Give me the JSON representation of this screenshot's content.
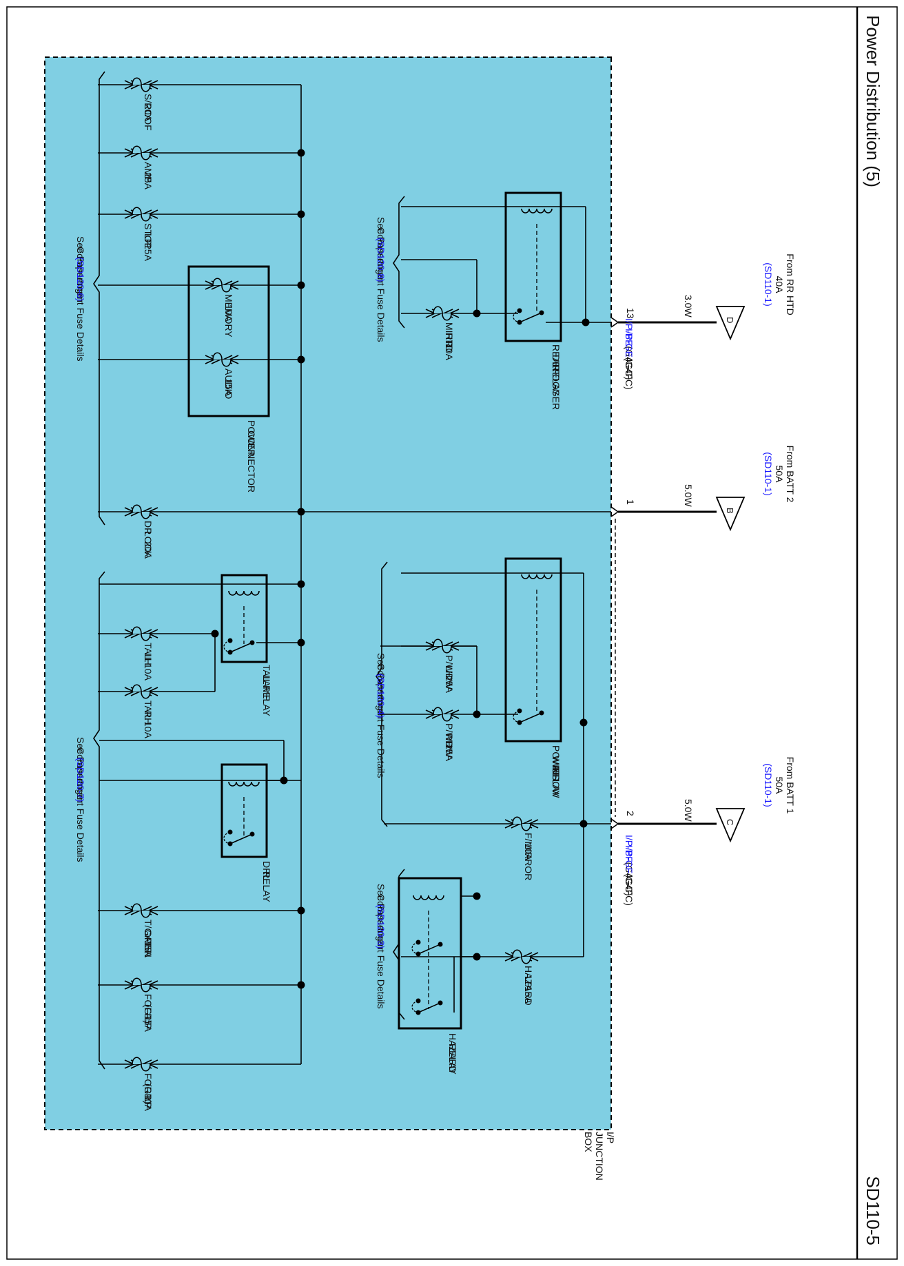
{
  "header": {
    "title": "Power Distribution (5)",
    "page_code": "SD110-5"
  },
  "sources": [
    {
      "id": "D",
      "from": "From RR HTD",
      "rating": "40A",
      "ref": "(SD110-1)",
      "wire": "3.0W"
    },
    {
      "id": "B",
      "from": "From BATT 2",
      "rating": "50A",
      "ref": "(SD110-1)",
      "wire": "5.0W"
    },
    {
      "id": "C",
      "from": "From BATT 1",
      "rating": "50A",
      "ref": "(SD110-1)",
      "wire": "5.0W"
    }
  ],
  "connectors": {
    "pin13": "13",
    "pin1": "1",
    "pin2": "2",
    "ip_be": "I/P-BE",
    "ip_be_var": "(G4GC)",
    "ip_ge": "I/P-GE",
    "ip_ge_var": "(G4FC)",
    "ip_bf": "I/P-BF",
    "ip_bf_var": "(G4GC)",
    "ip_gf": "I/P-GF",
    "ip_gf_var": "(G4FC)"
  },
  "junction_box": [
    "I/P",
    "JUNCTION",
    "BOX"
  ],
  "fuses": {
    "sroof": [
      "S/ROOF",
      "20A"
    ],
    "amp": [
      "AMP",
      "25A"
    ],
    "stop": [
      "STOP",
      "LP",
      "15A"
    ],
    "memory": [
      "MEMORY",
      "10A"
    ],
    "audio": [
      "AUDIO",
      "15A"
    ],
    "drlock": [
      "DR",
      "LOCK",
      "20A"
    ],
    "taillh": [
      "TAIL",
      "LH",
      "10A"
    ],
    "tailrh": [
      "TAIL",
      "RH",
      "10A"
    ],
    "tgate": [
      "T/GATE",
      "OPEN",
      "15A"
    ],
    "fogfr": [
      "FOG LP",
      "(FR)",
      "15A"
    ],
    "fogrr": [
      "FOG LP",
      "(RR)",
      "10A"
    ],
    "mirr": [
      "MIRR",
      "HTD",
      "10A"
    ],
    "pwdwlh": [
      "P/WDW",
      "LH",
      "25A"
    ],
    "pwdwrh": [
      "P/WDW",
      "RH",
      "25A"
    ],
    "fmirror": [
      "F/MIRROR",
      "10A"
    ],
    "hazard": [
      "HAZARD",
      "LP",
      "15A"
    ]
  },
  "relays": {
    "rear": [
      "REAR",
      "DEFOGGER",
      "RELAY"
    ],
    "tail": [
      "TAIL",
      "LAMP",
      "RELAY"
    ],
    "drl": [
      "DRL",
      "RELAY"
    ],
    "pwindow": [
      "POWER",
      "WINDOW",
      "RELAY"
    ],
    "hazard": [
      "HAZARD",
      "RELAY"
    ]
  },
  "power_connector": [
    "POWER",
    "CONNECTOR"
  ],
  "see_notes": {
    "sd120_6": {
      "l1": "See Passenger",
      "l2": "Compartment Fuse Details",
      "ref": "(SD120-6)"
    },
    "sd120_7": {
      "l1": "See Passenger",
      "l2": "Compartment Fuse Details",
      "ref": "(SD120-7)"
    },
    "sd120_8": {
      "l1": "See Passenger",
      "l2": "Compartment Fuse Details",
      "ref": "(SD120-8)"
    },
    "sd120_4": {
      "l1": "See Passenger",
      "l2": "Compartment Fuse Details",
      "ref": "(SD120-4)"
    },
    "sd120_3": {
      "l1": "See Passenger",
      "l2": "Compartment Fuse Details",
      "ref": "(SD120-3)"
    }
  },
  "colors": {
    "junction_fill": "#80cfe3",
    "reference_link": "#1a1aff",
    "line": "#000000"
  }
}
